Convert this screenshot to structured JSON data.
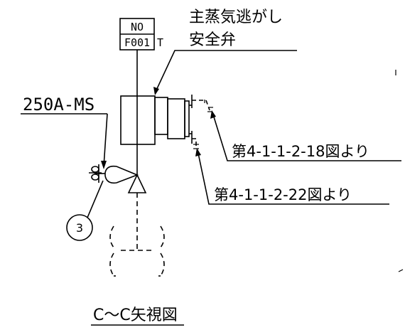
{
  "tag": {
    "line1": "NO",
    "line2": "F001",
    "suffix": "T"
  },
  "valve_label": {
    "line1": "主蒸気逃がし",
    "line2": "安全弁"
  },
  "pipe_label": "250A-MS",
  "ref_1": "第4-1-1-2-18図より",
  "ref_2": "第4-1-1-2-22図より",
  "circle_number": "3",
  "view_title": "C～C矢視図"
}
